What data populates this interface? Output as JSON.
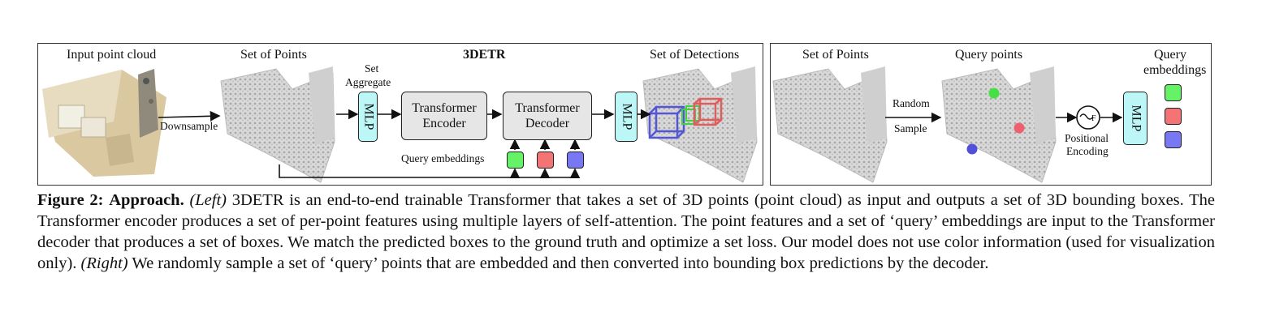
{
  "left": {
    "title": "3DETR",
    "input_label": "Input point cloud",
    "set_points_label": "Set of Points",
    "detections_label": "Set of Detections",
    "downsample_label": "Downsample",
    "set_aggregate_label_1": "Set",
    "set_aggregate_label_2": "Aggregate",
    "mlp_label": "MLP",
    "encoder_label_1": "Transformer",
    "encoder_label_2": "Encoder",
    "decoder_label_1": "Transformer",
    "decoder_label_2": "Decoder",
    "query_embeddings_label": "Query embeddings",
    "mlp2_label": "MLP"
  },
  "right": {
    "set_points_label": "Set of Points",
    "query_points_label": "Query points",
    "random_label": "Random",
    "sample_label": "Sample",
    "fourier_label": "F",
    "positional_label": "Positional",
    "encoding_label": "Encoding",
    "mlp_label": "MLP",
    "query_emb_label_1": "Query",
    "query_emb_label_2": "embeddings"
  },
  "colors": {
    "green": "#66f266",
    "red": "#f27474",
    "blue": "#7878f2",
    "mlp": "#bdf6f6",
    "box_gray": "#e6e6e6"
  },
  "caption": {
    "fig_label": "Figure 2:",
    "approach": "Approach.",
    "left_tag": "(Left)",
    "left_text": "3DETR is an end-to-end trainable Transformer that takes a set of 3D points (point cloud) as input and outputs a set of 3D bounding boxes. The Transformer encoder produces a set of per-point features using multiple layers of self-attention. The point features and a set of ‘query’ embeddings are input to the Transformer decoder that produces a set of boxes. We match the predicted boxes to the ground truth and optimize a set loss. Our model does not use color information (used for visualization only).",
    "right_tag": "(Right)",
    "right_text": "We randomly sample a set of ‘query’ points that are embedded and then converted into bounding box predictions by the decoder."
  }
}
